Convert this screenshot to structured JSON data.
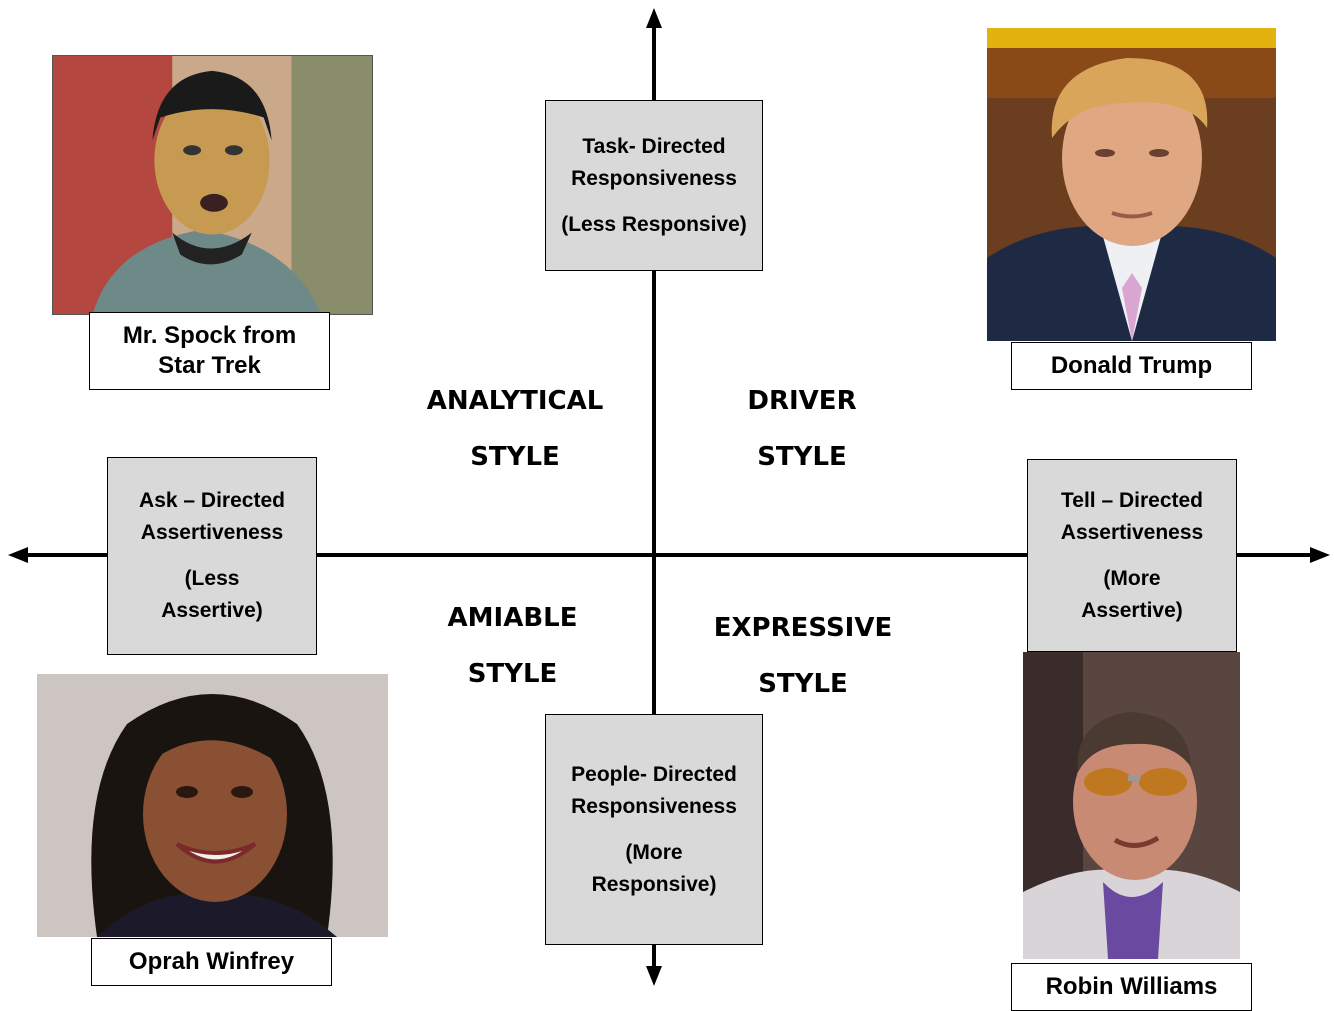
{
  "axes": {
    "vertical": {
      "top": {
        "title": "Task- Directed Responsiveness",
        "sub": "(Less Responsive)"
      },
      "bottom": {
        "title": "People- Directed Responsiveness",
        "sub": "(More Responsive)"
      }
    },
    "horizontal": {
      "left": {
        "title": "Ask – Directed Assertiveness",
        "sub": "(Less Assertive)"
      },
      "right": {
        "title": "Tell – Directed Assertiveness",
        "sub": "(More Assertive)"
      }
    }
  },
  "quadrants": {
    "top_left": {
      "line1": "ANALYTICAL",
      "line2": "STYLE"
    },
    "top_right": {
      "line1": "DRIVER",
      "line2": "STYLE"
    },
    "bottom_left": {
      "line1": "AMIABLE",
      "line2": "STYLE"
    },
    "bottom_right": {
      "line1": "EXPRESSIVE",
      "line2": "STYLE"
    }
  },
  "people": {
    "spock": {
      "caption": "Mr. Spock from Star Trek"
    },
    "trump": {
      "caption": "Donald Trump"
    },
    "oprah": {
      "caption": "Oprah Winfrey"
    },
    "williams": {
      "caption": "Robin Williams"
    }
  },
  "colors": {
    "axis_box": "#d9d9d9",
    "line": "#000000"
  }
}
